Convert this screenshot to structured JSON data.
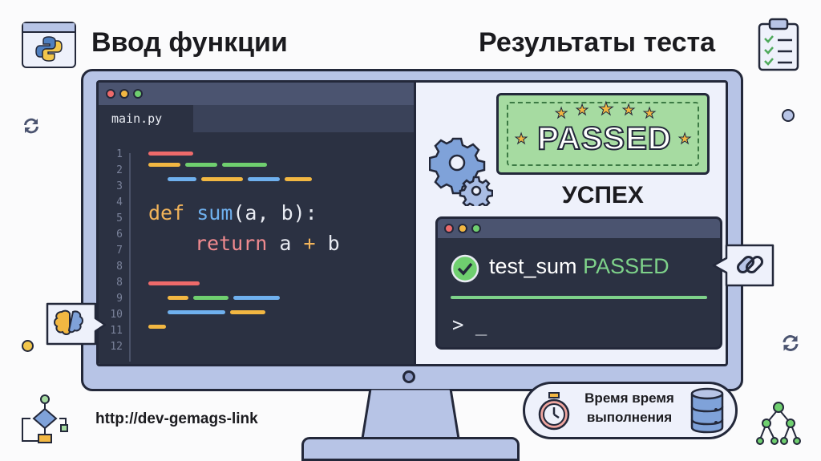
{
  "header": {
    "left_title": "Ввод функции",
    "right_title": "Результаты теста"
  },
  "editor": {
    "tab_label": "main.py",
    "line_numbers": [
      "1",
      "2",
      "3",
      "4",
      "5",
      "6",
      "7",
      "8",
      "8",
      "9",
      "10",
      "11",
      "12"
    ],
    "code_line1_kw": "def",
    "code_line1_fn": "sum",
    "code_line1_rest": "(a, b):",
    "code_line2_kw": "return",
    "code_line2_a": "a",
    "code_line2_op": "+",
    "code_line2_b": "b"
  },
  "result": {
    "stamp_text": "PASSED",
    "success_label": "УСПЕХ",
    "terminal_test_name": "test_sum",
    "terminal_status": "PASSED",
    "prompt": "> _"
  },
  "footer": {
    "url": "http://dev-gemags-link",
    "time_label_line1": "Время время",
    "time_label_line2": "выполнения"
  },
  "icons": [
    "python-icon",
    "clipboard-check-icon",
    "refresh-icon",
    "gear-icon",
    "link-icon",
    "brain-icon",
    "flowchart-icon",
    "stopwatch-icon",
    "database-icon",
    "network-tree-icon",
    "checkmark-icon"
  ],
  "colors": {
    "monitor_frame": "#b7c4e6",
    "editor_bg": "#2b3142",
    "success_green": "#7ed28a",
    "stamp_green": "#a6dba1",
    "keyword_orange": "#f2b45a",
    "function_blue": "#6fb0ee",
    "return_red": "#f08a8f"
  }
}
